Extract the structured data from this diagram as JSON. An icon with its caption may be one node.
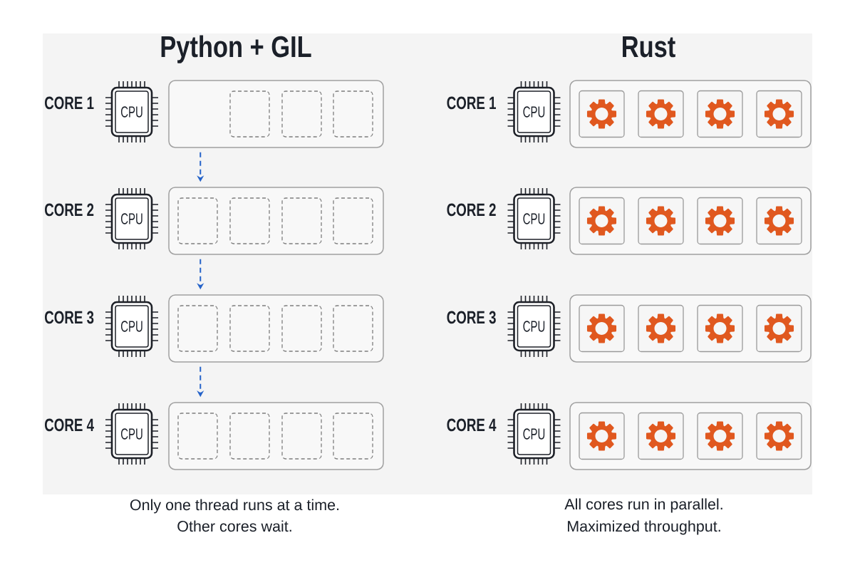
{
  "diagram": {
    "nodes": [
      {
        "text": [
          "CPU"
        ],
        "beside": [
          "CORE 1"
        ]
      },
      {
        "text": [],
        "shape": "box"
      },
      {
        "text": [],
        "shape": "box",
        "in": 1
      },
      {
        "text": [],
        "shape": "box",
        "in": 1
      },
      {
        "text": [],
        "shape": "box",
        "in": 1
      },
      {
        "text": [
          "CPU"
        ],
        "beside": [
          "CORE 2"
        ]
      },
      {
        "text": [],
        "shape": "box"
      },
      {
        "text": [],
        "shape": "box",
        "in": 6
      },
      {
        "text": [],
        "shape": "box",
        "in": 6
      },
      {
        "text": [],
        "shape": "box",
        "in": 6
      },
      {
        "text": [],
        "shape": "box",
        "in": 6
      },
      {
        "text": [
          "CPU"
        ],
        "beside": [
          "CORE 3"
        ]
      },
      {
        "text": [],
        "shape": "box"
      },
      {
        "text": [],
        "shape": "box",
        "in": 12
      },
      {
        "text": [],
        "shape": "box",
        "in": 12
      },
      {
        "text": [],
        "shape": "box",
        "in": 12
      },
      {
        "text": [],
        "shape": "box",
        "in": 12
      },
      {
        "text": [
          "CPU"
        ],
        "beside": [
          "CORE 4"
        ]
      },
      {
        "text": [],
        "shape": "box"
      },
      {
        "text": [],
        "shape": "box",
        "in": 18
      },
      {
        "text": [],
        "shape": "box",
        "in": 18
      },
      {
        "text": [],
        "shape": "box",
        "in": 18
      },
      {
        "text": [],
        "shape": "box",
        "in": 18
      },
      {
        "text": [
          "CPU"
        ],
        "beside": [
          "CORE 1"
        ]
      },
      {
        "text": [],
        "shape": "box"
      },
      {
        "text": [],
        "shape": "gear",
        "in": 24
      },
      {
        "text": [],
        "shape": "gear",
        "in": 24
      },
      {
        "text": [],
        "shape": "gear",
        "in": 24
      },
      {
        "text": [],
        "shape": "gear",
        "in": 24
      },
      {
        "text": [
          "CPU"
        ],
        "beside": [
          "CORE 2"
        ]
      },
      {
        "text": [],
        "shape": "box"
      },
      {
        "text": [],
        "shape": "gear",
        "in": 30
      },
      {
        "text": [],
        "shape": "gear",
        "in": 30
      },
      {
        "text": [],
        "shape": "gear",
        "in": 30
      },
      {
        "text": [],
        "shape": "gear",
        "in": 30
      },
      {
        "text": [
          "CPU"
        ],
        "beside": [
          "CORE 3"
        ]
      },
      {
        "text": [],
        "shape": "box"
      },
      {
        "text": [],
        "shape": "gear",
        "in": 36
      },
      {
        "text": [],
        "shape": "gear",
        "in": 36
      },
      {
        "text": [],
        "shape": "gear",
        "in": 36
      },
      {
        "text": [],
        "shape": "gear",
        "in": 36
      },
      {
        "text": [
          "CPU"
        ],
        "beside": [
          "CORE 4"
        ]
      },
      {
        "text": [],
        "shape": "box"
      },
      {
        "text": [],
        "shape": "gear",
        "in": 42
      },
      {
        "text": [],
        "shape": "gear",
        "in": 42
      },
      {
        "text": [],
        "shape": "gear",
        "in": 42
      },
      {
        "text": [],
        "shape": "gear",
        "in": 42
      }
    ],
    "edges": [
      {
        "from": 1,
        "to": 6,
        "arrow": "to",
        "style": "dashed",
        "color": "#2563c9"
      },
      {
        "from": 6,
        "to": 12,
        "arrow": "to",
        "style": "dashed",
        "color": "#2563c9"
      },
      {
        "from": 12,
        "to": 18,
        "arrow": "to",
        "style": "dashed",
        "color": "#2563c9"
      }
    ],
    "labels": [
      "Python + GIL",
      "Rust",
      "Only one thread runs at a time.",
      "Other cores wait.",
      "All cores run in parallel.",
      "Maximized throughput."
    ]
  }
}
